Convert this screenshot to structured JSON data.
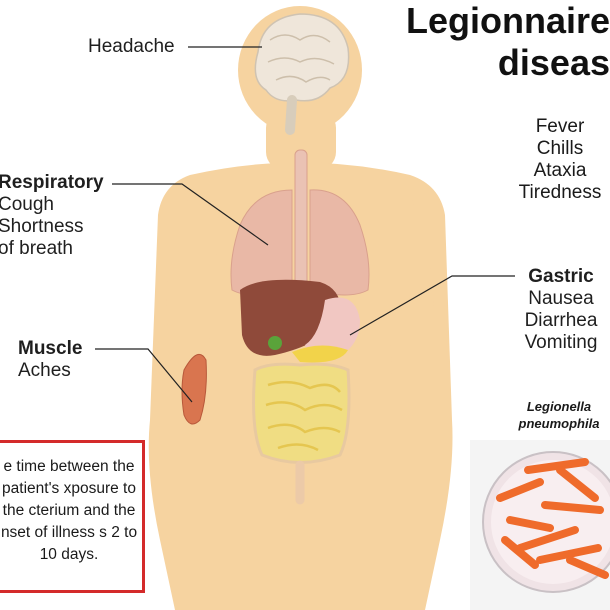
{
  "title": {
    "line1": "Legionnaire",
    "line2": "diseas"
  },
  "labels": {
    "headache": "Headache",
    "respiratory": {
      "heading": "Respiratory",
      "items": [
        "Cough",
        "Shortness",
        "of breath"
      ]
    },
    "muscle": {
      "heading": "Muscle",
      "items": [
        "Aches"
      ]
    },
    "general": [
      "Fever",
      "Chills",
      "Ataxia",
      "Tiredness"
    ],
    "gastric": {
      "heading": "Gastric",
      "items": [
        "Nausea",
        "Diarrhea",
        "Vomiting"
      ]
    }
  },
  "species": {
    "line1": "Legionella",
    "line2": "pneumophila"
  },
  "infobox": {
    "text": "e time between the patient's xposure to the cterium and the nset of illness s 2 to 10 days."
  },
  "colors": {
    "skin": "#f6d3a0",
    "box_border": "#d42a2a",
    "bacteria": "#ef6b2b"
  }
}
